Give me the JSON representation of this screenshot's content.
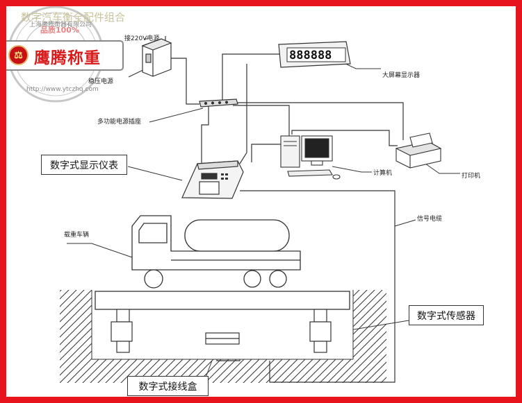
{
  "title": "数字汽车衡全配件组合",
  "seal": {
    "top_text": "上海鹰腾衡器有限公司",
    "quality": "品质100%",
    "url": "http://www.ytczhq.com"
  },
  "brand": {
    "name": "鹰腾称重",
    "mark_glyph": "⚖",
    "color": "#d81a1a"
  },
  "labels": {
    "power_220v": "接220V电源",
    "ups": "稳压电源",
    "socket": "多功能电源插座",
    "big_display": "大屏幕显示器",
    "big_display_value": "888888",
    "computer": "计算机",
    "printer": "打印机",
    "signal_cable": "信号电缆",
    "vehicle": "载重车辆"
  },
  "boxed_labels": {
    "indicator": "数字式显示仪表",
    "sensor": "数字式传感器",
    "junction_box": "数字式接线盒"
  },
  "colors": {
    "border": "#e8141b",
    "line": "#333333"
  }
}
